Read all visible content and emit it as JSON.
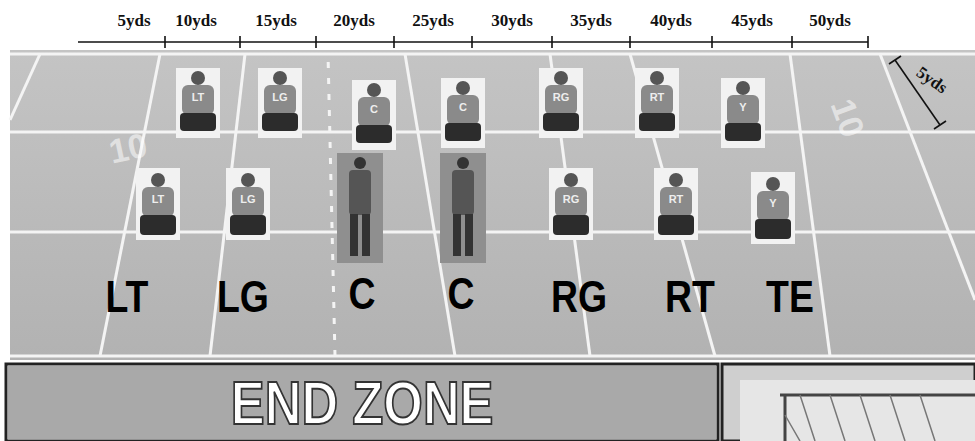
{
  "diagram": {
    "nodes": [
      {
        "text": [
          "END ZONE"
        ]
      }
    ],
    "labels": [
      "5yds",
      "10yds",
      "15yds",
      "20yds",
      "25yds",
      "30yds",
      "35yds",
      "40yds",
      "45yds",
      "50yds",
      "5yds",
      "LT",
      "LG",
      "C",
      "C",
      "RG",
      "RT",
      "Y",
      "LT",
      "LG",
      "RG",
      "RT",
      "Y",
      "LT",
      "LG",
      "C",
      "C",
      "RG",
      "RT",
      "TE",
      "10",
      "10"
    ]
  }
}
